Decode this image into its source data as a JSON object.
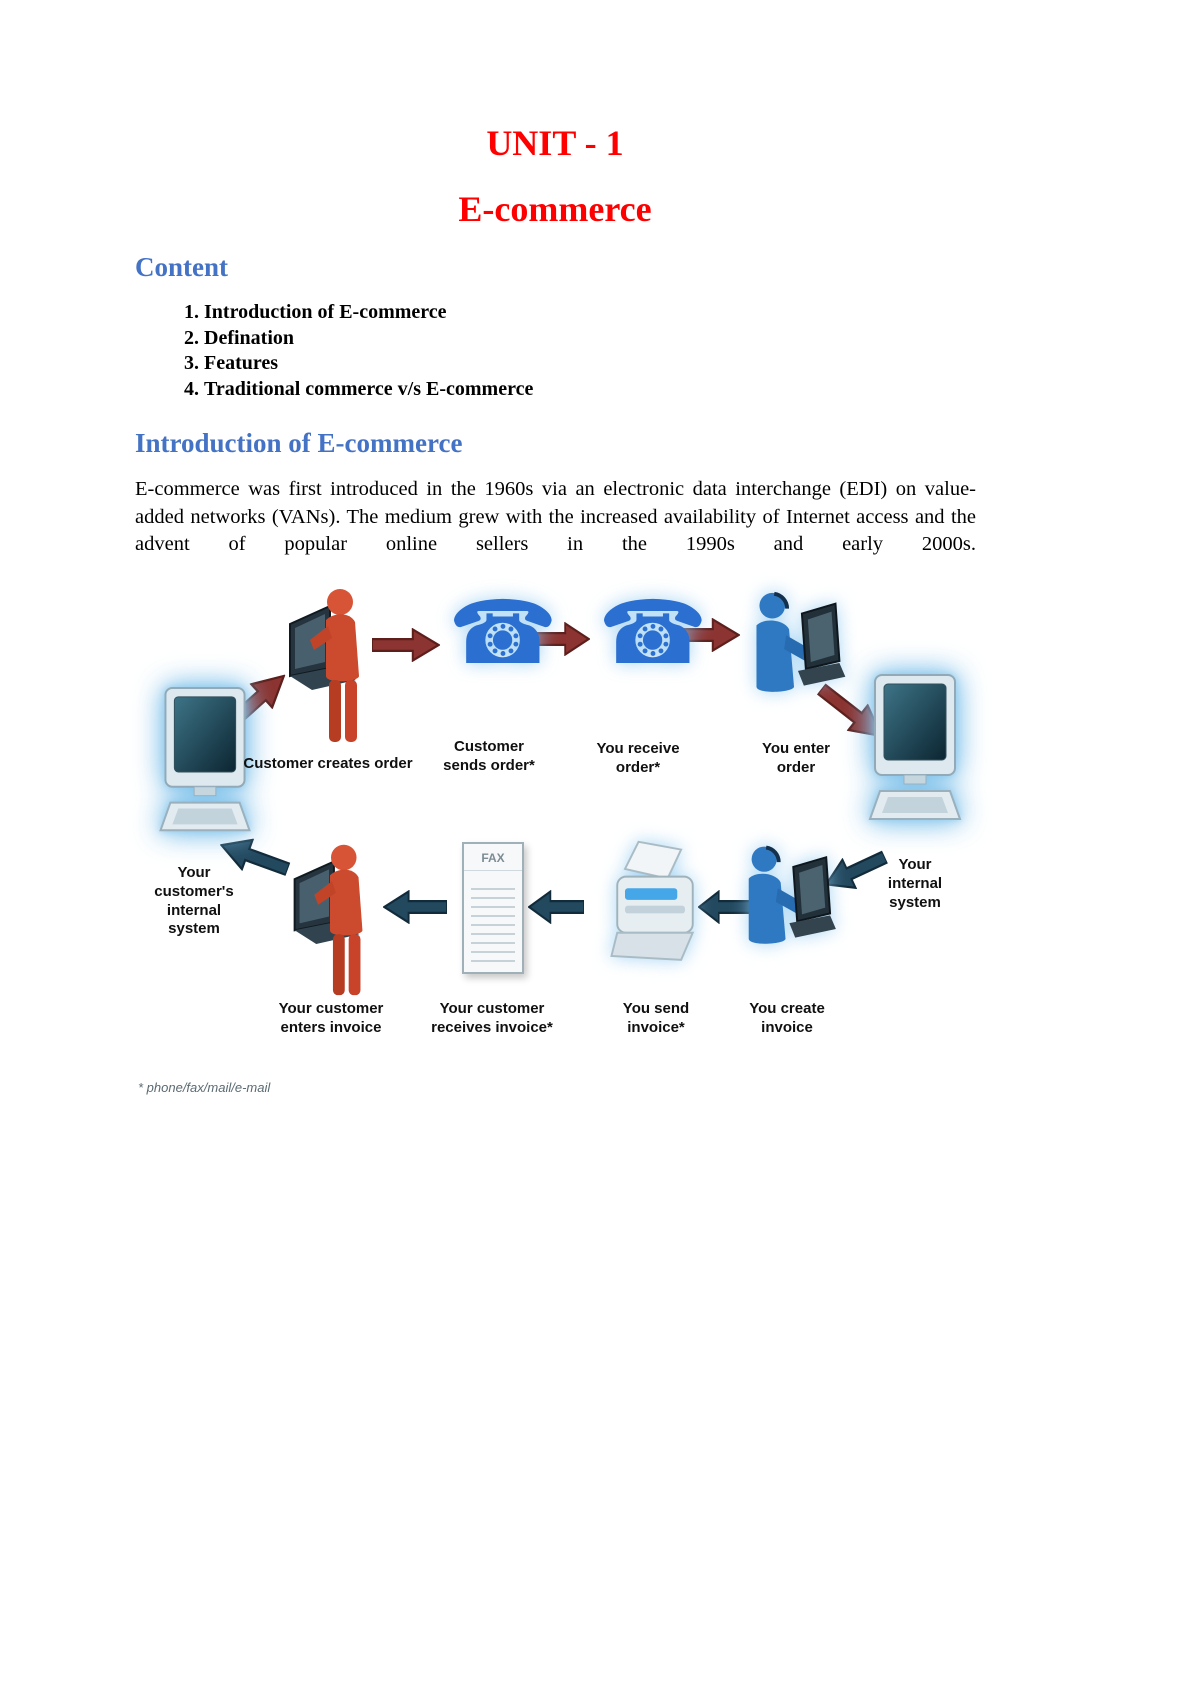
{
  "document": {
    "title": "UNIT - 1",
    "subtitle": "E-commerce",
    "content": {
      "heading": "Content",
      "items": [
        "Introduction of E-commerce",
        "Defination",
        "Features",
        "Traditional commerce v/s E-commerce"
      ]
    },
    "introduction": {
      "heading": "Introduction of E-commerce",
      "paragraph": "E-commerce was first introduced in the 1960s via an electronic data interchange (EDI) on value-added networks (VANs). The medium grew with the increased availability of Internet access and the advent of popular online sellers in the 1990s and early 2000s."
    }
  },
  "diagram": {
    "steps": {
      "customer_creates_order": "Customer creates order",
      "customer_sends_order": "Customer sends order*",
      "you_receive_order": "You receive order*",
      "you_enter_order": "You enter order",
      "your_internal_system": "Your internal system",
      "you_create_invoice": "You create invoice",
      "you_send_invoice": "You send invoice*",
      "customer_receives_invoice": "Your customer receives invoice*",
      "customer_enters_invoice": "Your customer enters invoice",
      "customer_internal_system": "Your customer's internal system"
    },
    "fax_label": "FAX",
    "footnote": "* phone/fax/mail/e-mail",
    "icons": {
      "phone": "☎"
    }
  },
  "colors": {
    "title_red": "#fe0000",
    "heading_blue": "#4472c4",
    "arrow_maroon": "#8c3431",
    "arrow_navy": "#23495f",
    "phone_blue": "#2b6fd0"
  }
}
